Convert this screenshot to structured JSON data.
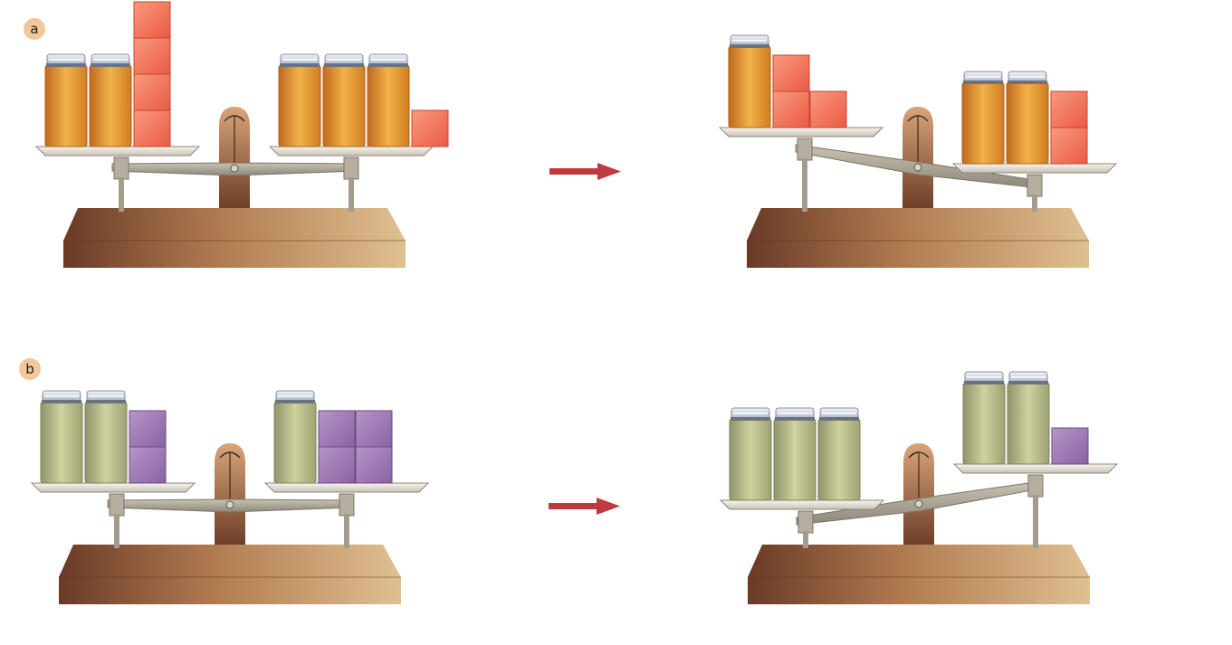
{
  "panels": [
    {
      "id": "a",
      "label": "a",
      "jar_color": "orange",
      "block_color": "salmon-red",
      "before": {
        "tilt": "level",
        "left_jars": 2,
        "left_blocks": 4,
        "right_jars": 3,
        "right_blocks": 1
      },
      "after": {
        "tilt": "left-up",
        "left_jars": 1,
        "left_blocks": 3,
        "right_jars": 2,
        "right_blocks": 2
      }
    },
    {
      "id": "b",
      "label": "b",
      "jar_color": "olive-green",
      "block_color": "purple",
      "before": {
        "tilt": "level",
        "left_jars": 2,
        "left_blocks": 2,
        "right_jars": 1,
        "right_blocks": 4
      },
      "after": {
        "tilt": "right-up",
        "left_jars": 3,
        "left_blocks": 0,
        "right_jars": 2,
        "right_blocks": 1
      }
    }
  ],
  "colors": {
    "arrow": "#c0393e",
    "badge": "#f2c79a",
    "base": "#b8845a",
    "pillar": "#7a4a2e",
    "beam": "#a8a294",
    "pan": "#ece8e0",
    "jar_orange": "#e2962e",
    "block_salmon": "#f07050",
    "jar_green": "#b9bd88",
    "block_purple": "#a27bb8"
  }
}
